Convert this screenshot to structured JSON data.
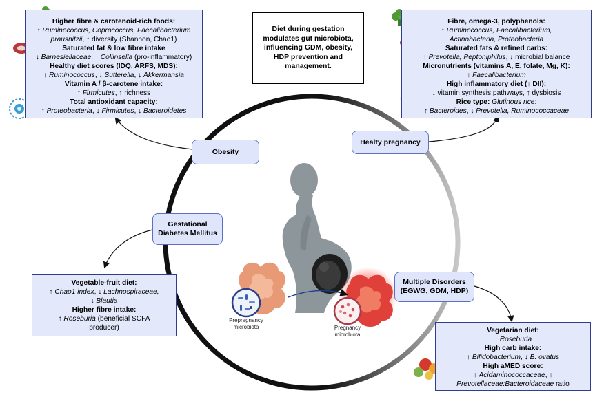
{
  "center": {
    "text": "Diet during gestation modulates gut microbiota, influencing GDM, obesity, HDP prevention and management."
  },
  "nodes": {
    "obesity": "Obesity",
    "healthy": "Healty pregnancy",
    "gdm_l1": "Gestational",
    "gdm_l2": "Diabetes Mellitus",
    "multi_l1": "Multiple Disorders",
    "multi_l2": "(EGWG, GDM, HDP)"
  },
  "captions": {
    "prepregnancy_l1": "Prepregnancy",
    "prepregnancy_l2": "microbiota",
    "pregnancy_l1": "Pregnancy",
    "pregnancy_l2": "microbiota"
  },
  "obesity_box": {
    "l1": "Higher fibre & carotenoid-rich foods:",
    "l2a": "↑ ",
    "l2b": "Ruminococcus, Coprococcus, Faecalibacterium",
    "l3a": "prausnitzii",
    "l3b": ", ↑ diversity (Shannon, Chao1)",
    "l4": "Saturated fat & low fibre intake",
    "l5a": "↓ ",
    "l5b": "Barnesiellaceae",
    "l5c": ", ↑ ",
    "l5d": "Collinsella",
    "l5e": " (pro-inflammatory)",
    "l6": "Healthy diet scores (IDQ, ARFS, MDS):",
    "l7a": "↑ ",
    "l7b": "Ruminococcus",
    "l7c": ", ↓ ",
    "l7d": "Sutterella",
    "l7e": ", ↓ ",
    "l7f": "Akkermansia",
    "l8": "Vitamin A / β-carotene intake:",
    "l9a": "↑ ",
    "l9b": "Firmicutes",
    "l9c": ", ↑ richness",
    "l10": "Total antioxidant capacity:",
    "l11a": "↑ ",
    "l11b": "Proteobacteria",
    "l11c": ", ↓ ",
    "l11d": "Firmicutes",
    "l11e": ", ↓ ",
    "l11f": "Bacteroidetes"
  },
  "healthy_box": {
    "l1": "Fibre, omega-3, polyphenols:",
    "l2a": "↑ ",
    "l2b": "Ruminococcus, Faecalibacterium,",
    "l3": "Actinobacteria, Proteobacteria",
    "l4": "Saturated fats & refined carbs:",
    "l5a": "↑ ",
    "l5b": "Prevotella, Peptoniphilus",
    "l5c": ", ↓ microbial balance",
    "l6": "Micronutrients (vitamins A, E, folate, Mg, K):",
    "l7a": "↑ ",
    "l7b": "Faecalibacterium",
    "l8": "High inflammatory diet (↑ DII):",
    "l9": "↓ vitamin synthesis pathways, ↑ dysbiosis",
    "l10a": "Rice type: ",
    "l10b": "Glutinous rice",
    "l10c": ":",
    "l11a": "↑ ",
    "l11b": "Bacteroides",
    "l11c": ", ↓ ",
    "l11d": "Prevotella, Ruminococcaceae"
  },
  "gdm_box": {
    "l1": "Vegetable-fruit diet:",
    "l2a": "↑ ",
    "l2b": "Chao1 index",
    "l2c": ", ↓ ",
    "l2d": "Lachnospiraceae,",
    "l3a": "↓ ",
    "l3b": "Blautia",
    "l4": "Higher fibre intake:",
    "l5a": "↑ ",
    "l5b": "Roseburia",
    "l5c": " (beneficial SCFA",
    "l6": "producer)"
  },
  "multi_box": {
    "l1": "Vegetarian diet:",
    "l2a": "↑ ",
    "l2b": "Roseburia",
    "l3": "High carb intake:",
    "l4a": "↑ ",
    "l4b": "Bifidobacterium",
    "l4c": ", ↓ ",
    "l4d": "B. ovatus",
    "l5": "High aMED score:",
    "l6a": "↑ ",
    "l6b": "Acidaminococcaceae",
    "l6c": ", ↑",
    "l7a": "Prevotellaceae:Bacteroidaceae",
    "l7b": " ratio"
  },
  "colors": {
    "box_fill": "#e3e8fb",
    "box_border": "#2f3e8c",
    "pill_fill": "#dfe5fb",
    "circle": "#111111",
    "silhouette": "#8d979b",
    "gut_healthy": "#e89a77",
    "gut_inflamed": "#e0403a"
  },
  "icons": [
    "broccoli-icon",
    "steak-icon",
    "antioxidant-cell-icon",
    "fish-icon",
    "sugar-cubes-icon",
    "rice-bowl-icon",
    "fruit-vegetable-icon",
    "pregnant-woman-icon",
    "intestine-icon",
    "microbiota-circle-icon"
  ]
}
